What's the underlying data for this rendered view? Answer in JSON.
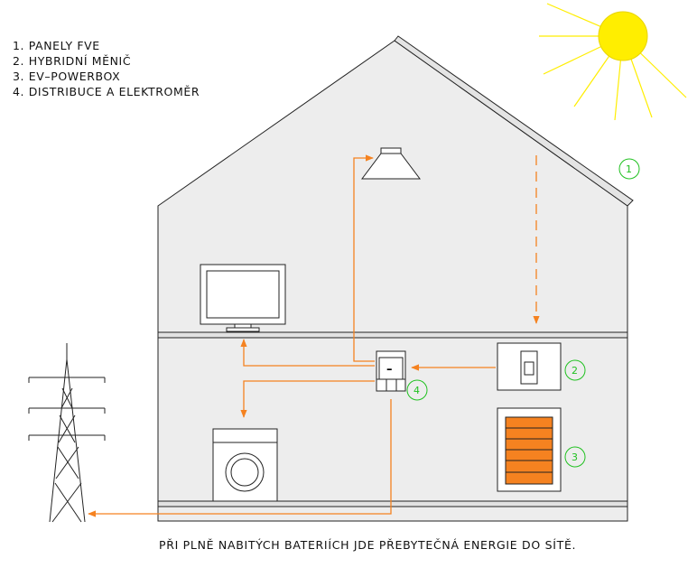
{
  "legend": {
    "items": [
      "1. PANELY FVE",
      "2. HYBRIDNÍ MĚNIČ",
      "3. EV–POWERBOX",
      "4. DISTRIBUCE A ELEKTROMĚR"
    ]
  },
  "labels": {
    "panels": "1",
    "inverter": "2",
    "battery": "3",
    "meter": "4",
    "meter_display": "–"
  },
  "caption": "PŘI PLNĚ NABITÝCH BATERIÍCH JDE PŘEBYTEČNÁ ENERGIE DO SÍTĚ.",
  "colors": {
    "flow": "#f58220",
    "number_circle": "#21c121",
    "sun": "#ffee00",
    "battery": "#f58220",
    "house_fill": "#ededed"
  },
  "icons": [
    "sun-icon",
    "power-pylon-icon",
    "ceiling-lamp-icon",
    "tv-icon",
    "washing-machine-icon",
    "inverter-icon",
    "battery-icon",
    "meter-icon"
  ]
}
